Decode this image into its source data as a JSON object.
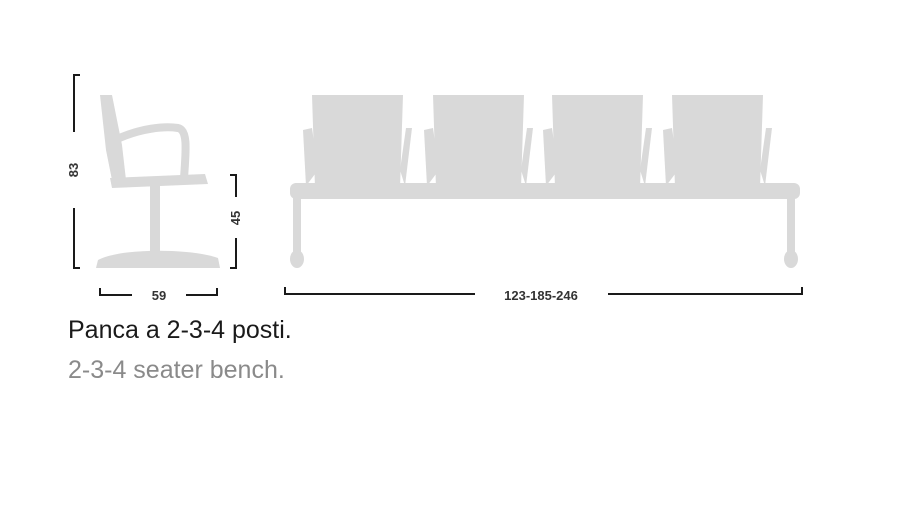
{
  "dimensions": {
    "height_total": "83",
    "seat_height": "45",
    "depth": "59",
    "width": "123-185-246"
  },
  "caption": {
    "italian": "Panca a 2-3-4 posti.",
    "english": "2-3-4 seater bench."
  },
  "colors": {
    "silhouette": "#d9d9d9",
    "dimension_line": "#1a1a1a",
    "caption_primary": "#1a1a1a",
    "caption_secondary": "#8a8a8a"
  },
  "bench": {
    "seat_count": 4
  }
}
